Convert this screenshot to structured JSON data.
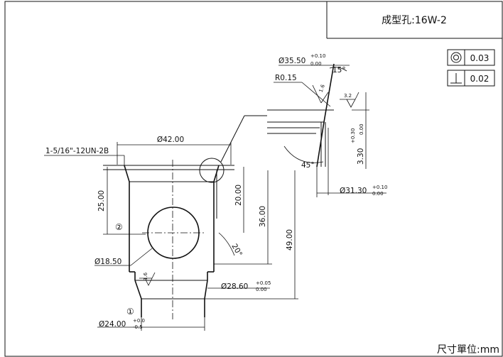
{
  "title": "成型孔:16W-2",
  "units_note": "尺寸單位:mm",
  "tolerances": {
    "concentricity": "0.03",
    "perpendicularity": "0.02"
  },
  "dimensions": {
    "thread": "1-5/16\"-12UN-2B",
    "dia_42": "Ø42.00",
    "dia_35_50": "Ø35.50",
    "dia_35_50_tol_upper": "+0.10",
    "dia_35_50_tol_lower": "0.00",
    "radius": "R0.15",
    "angle_15": "15°",
    "roughness_16_a": "1.6",
    "roughness_32": "3.2",
    "dim_3_30": "3.30",
    "dim_3_30_tol_upper": "+0.30",
    "dim_3_30_tol_lower": "0.00",
    "angle_45": "45°",
    "dia_31_30": "Ø31.30",
    "dia_31_30_tol_upper": "+0.10",
    "dia_31_30_tol_lower": "0.00",
    "dim_25": "25.00",
    "dim_20": "20.00",
    "dim_36": "36.00",
    "dim_49": "49.00",
    "angle_20": "20°",
    "dia_18_50": "Ø18.50",
    "roughness_16_b": "1.6",
    "dia_28_60": "Ø28.60",
    "dia_28_60_tol_upper": "+0.05",
    "dia_28_60_tol_lower": "0.00",
    "dia_24": "Ø24.00",
    "dia_24_tol_upper": "+0.0",
    "dia_24_tol_lower": "-0.5",
    "marker_1": "①",
    "marker_2": "②"
  }
}
